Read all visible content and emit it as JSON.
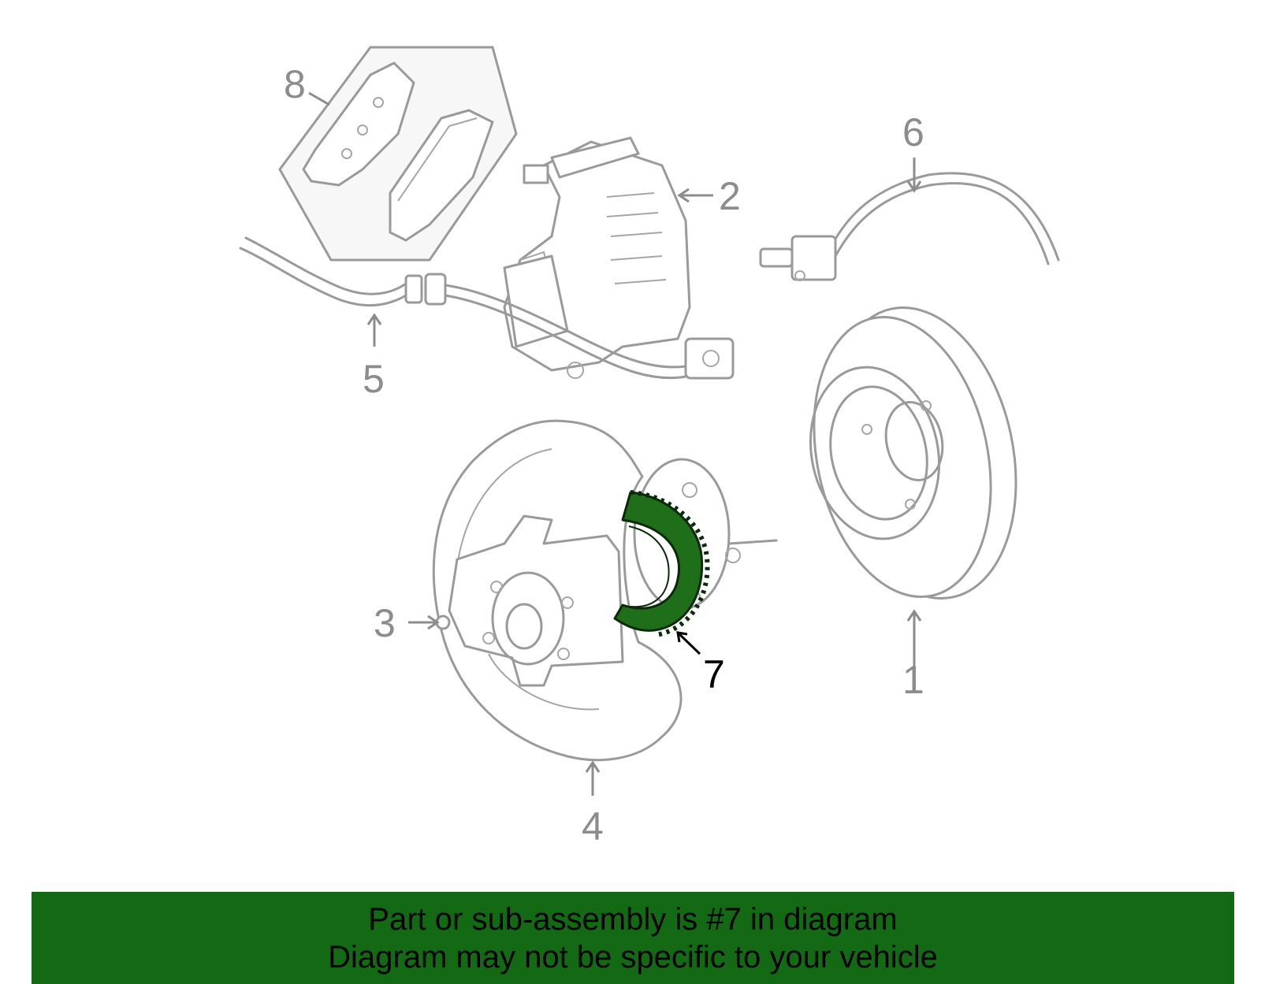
{
  "callouts": [
    {
      "id": "1",
      "label": "1",
      "highlighted": false
    },
    {
      "id": "2",
      "label": "2",
      "highlighted": false
    },
    {
      "id": "3",
      "label": "3",
      "highlighted": false
    },
    {
      "id": "4",
      "label": "4",
      "highlighted": false
    },
    {
      "id": "5",
      "label": "5",
      "highlighted": false
    },
    {
      "id": "6",
      "label": "6",
      "highlighted": false
    },
    {
      "id": "7",
      "label": "7",
      "highlighted": true
    },
    {
      "id": "8",
      "label": "8",
      "highlighted": false
    }
  ],
  "banner": {
    "line1": "Part or sub-assembly is #7 in diagram",
    "line2": "Diagram may not be specific to your vehicle"
  },
  "colors": {
    "highlight_part": "#1f6e1a",
    "banner_bg": "#146a14",
    "line_art": "#9a9a9a"
  }
}
